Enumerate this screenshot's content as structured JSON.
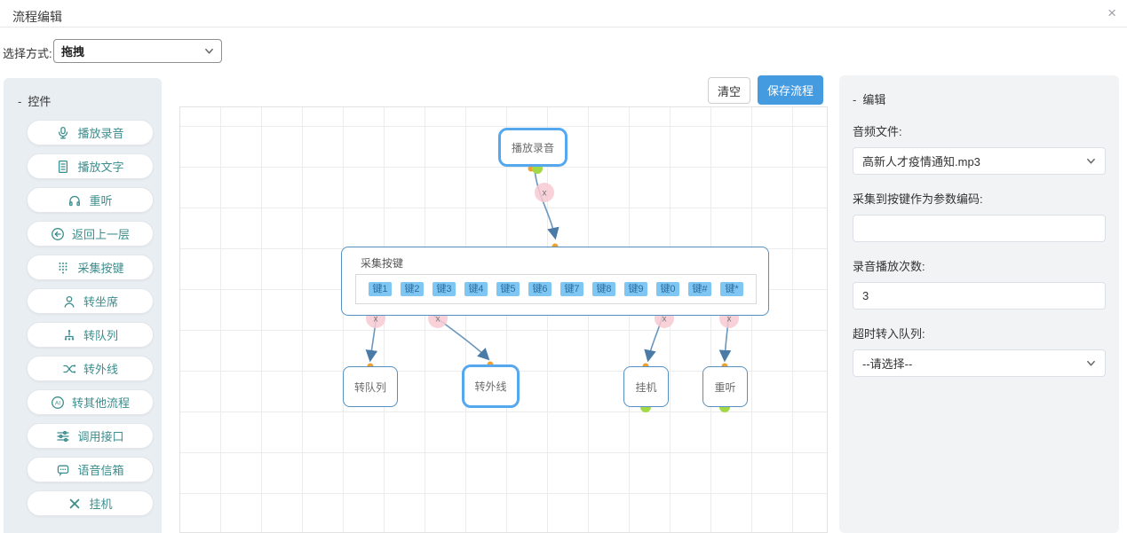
{
  "modal": {
    "title": "流程编辑",
    "close_icon": "×"
  },
  "toolbar": {
    "mode_label": "选择方式:",
    "mode_value": "拖拽"
  },
  "palette": {
    "collapse": "-",
    "header": "控件",
    "items": [
      {
        "label": "播放录音",
        "icon": "microphone-icon"
      },
      {
        "label": "播放文字",
        "icon": "text-document-icon"
      },
      {
        "label": "重听",
        "icon": "headphones-icon"
      },
      {
        "label": "返回上一层",
        "icon": "back-arrow-circle-icon"
      },
      {
        "label": "采集按键",
        "icon": "keypad-icon"
      },
      {
        "label": "转坐席",
        "icon": "agent-person-icon"
      },
      {
        "label": "转队列",
        "icon": "queue-tree-icon"
      },
      {
        "label": "转外线",
        "icon": "shuffle-outline-icon"
      },
      {
        "label": "转其他流程",
        "icon": "other-flow-icon"
      },
      {
        "label": "调用接口",
        "icon": "api-sliders-icon"
      },
      {
        "label": "语音信箱",
        "icon": "voicemail-bubble-icon"
      },
      {
        "label": "挂机",
        "icon": "hangup-x-icon"
      }
    ]
  },
  "canvas": {
    "clear_label": "清空",
    "save_label": "保存流程",
    "delete_label": "x",
    "nodes": {
      "play_audio": "播放录音",
      "collect_keys": "采集按键",
      "to_queue": "转队列",
      "to_outline": "转外线",
      "hangup": "挂机",
      "replay": "重听"
    },
    "keys": [
      "键1",
      "键2",
      "键3",
      "键4",
      "键5",
      "键6",
      "键7",
      "键8",
      "键9",
      "键0",
      "键#",
      "键*"
    ]
  },
  "editor": {
    "collapse": "-",
    "header": "编辑",
    "audio_label": "音频文件:",
    "audio_value": "高新人才疫情通知.mp3",
    "param_label": "采集到按键作为参数编码:",
    "param_value": "",
    "times_label": "录音播放次数:",
    "times_value": "3",
    "timeout_label": "超时转入队列:",
    "timeout_value": "--请选择--"
  },
  "colors": {
    "accent_blue": "#459be0",
    "palette_teal": "#3c8d8d",
    "node_selected_border": "#55a8ee",
    "node_border": "#5590c0",
    "chip_bg": "#7fc7f2",
    "endpoint_orange": "#f0a030",
    "endpoint_green": "#a2d945",
    "delete_pink": "#f7c9d2",
    "wire_blue": "#6b97bd"
  }
}
